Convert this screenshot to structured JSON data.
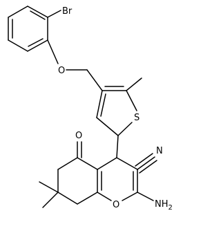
{
  "molecule": {
    "atoms": {
      "br": "Br",
      "o_ether": "O",
      "s": "S",
      "n_nitrile": "N",
      "o_ketone": "O",
      "o_ring": "O",
      "nh2_n": "NH",
      "nh2_sub": "2"
    }
  }
}
